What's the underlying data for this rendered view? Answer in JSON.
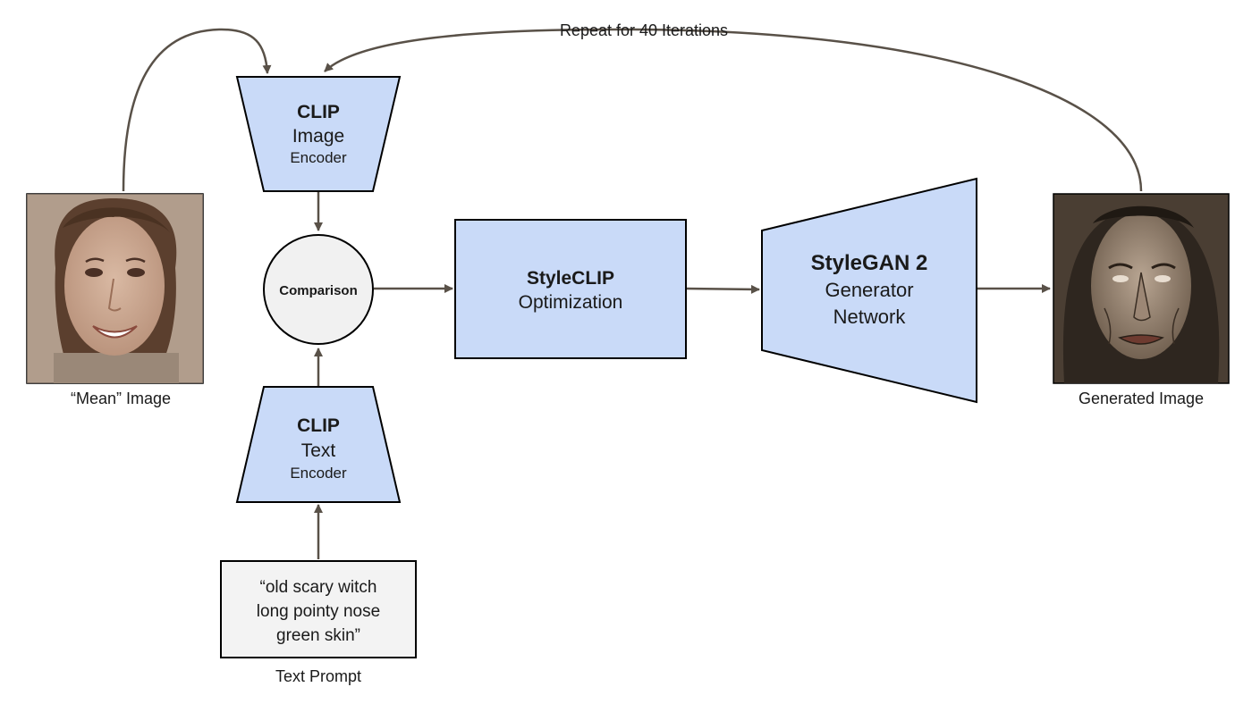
{
  "loop_label": "Repeat for 40 Iterations",
  "clip_image_encoder": {
    "title": "CLIP",
    "line1": "Image",
    "line2": "Encoder"
  },
  "clip_text_encoder": {
    "title": "CLIP",
    "line1": "Text",
    "line2": "Encoder"
  },
  "comparison": {
    "label": "Comparison"
  },
  "styleclip": {
    "title": "StyleCLIP",
    "subtitle": "Optimization"
  },
  "stylegan": {
    "title": "StyleGAN 2",
    "line1": "Generator",
    "line2": "Network"
  },
  "mean_image": {
    "caption": "“Mean” Image"
  },
  "generated_image": {
    "caption": "Generated Image"
  },
  "text_prompt": {
    "lines": [
      "“old scary witch",
      "long pointy nose",
      "green skin”"
    ],
    "caption": "Text Prompt"
  },
  "colors": {
    "block_fill": "#c9daf8",
    "stroke": "#000000",
    "arrow": "#595148",
    "circle_fill": "#f1f1f1",
    "prompt_fill": "#f3f3f3"
  }
}
